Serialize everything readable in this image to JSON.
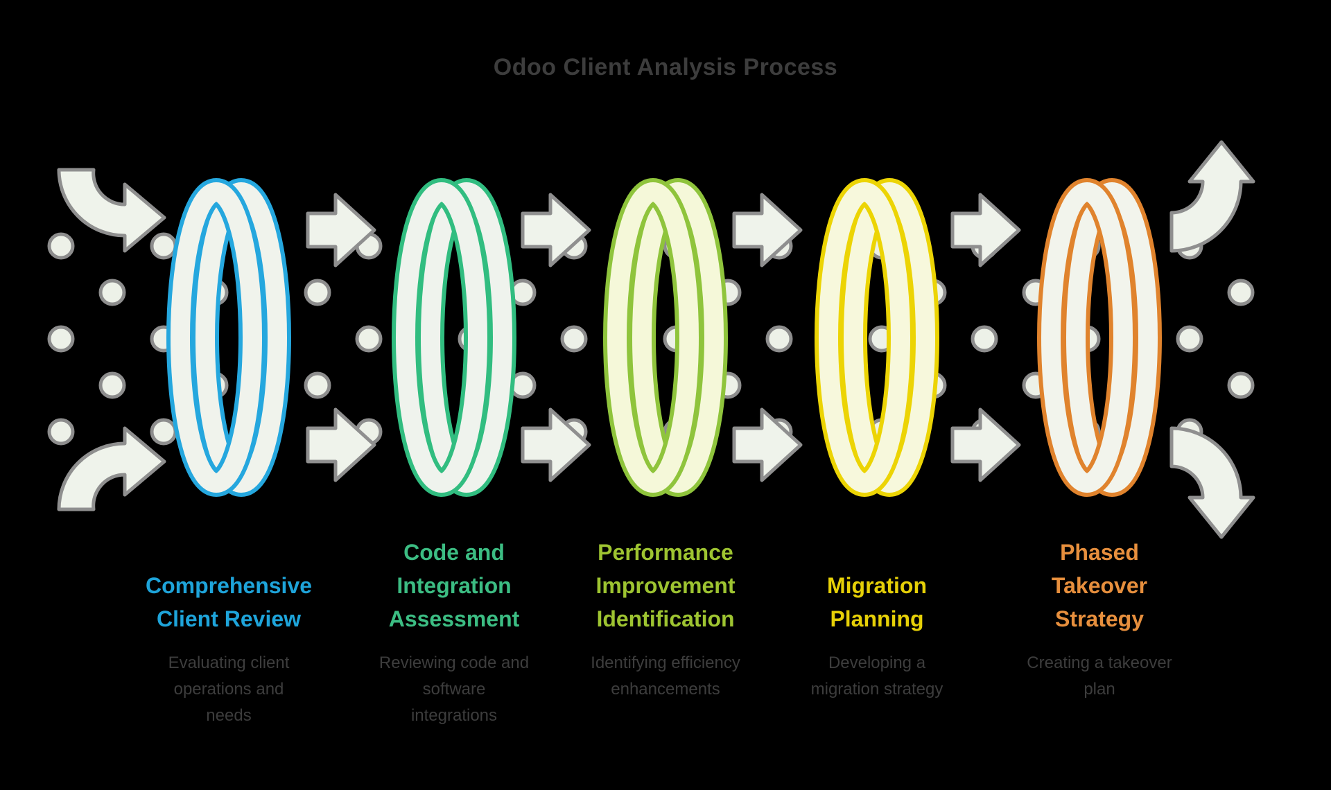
{
  "title": "Odoo Client Analysis Process",
  "colors": {
    "background": "#000000",
    "title_text": "#3d3d3d",
    "description_text": "#3d3d3d",
    "dot_fill": "#edf1e8",
    "dot_stroke": "#8d8d8d",
    "arrow_fill": "#eff3eb",
    "arrow_stroke": "#8f8f8f"
  },
  "stages": [
    {
      "title": "Comprehensive\nClient Review",
      "description": "Evaluating client\noperations and\nneeds",
      "ring_color": "#25a7de",
      "ring_fill": "#f0f3ec",
      "label_color": "#1ea4da"
    },
    {
      "title": "Code and\nIntegration\nAssessment",
      "description": "Reviewing code and\nsoftware\nintegrations",
      "ring_color": "#31bd80",
      "ring_fill": "#eff3ed",
      "label_color": "#3cbd83"
    },
    {
      "title": "Performance\nImprovement\nIdentification",
      "description": "Identifying efficiency\nenhancements",
      "ring_color": "#8fc43c",
      "ring_fill": "#f5f8d9",
      "label_color": "#9ec431"
    },
    {
      "title": "Migration\nPlanning",
      "description": "Developing a\nmigration strategy",
      "ring_color": "#ecd404",
      "ring_fill": "#f7f8dc",
      "label_color": "#e6d007"
    },
    {
      "title": "Phased\nTakeover\nStrategy",
      "description": "Creating a takeover\nplan",
      "ring_color": "#e0832d",
      "ring_fill": "#f2f4ec",
      "label_color": "#e78f3d"
    }
  ],
  "flow": {
    "straight_arrow_rows": 2,
    "straight_arrows_per_row": 4,
    "corner_arrows": [
      "enter-top-left",
      "enter-bottom-left",
      "exit-top-right",
      "exit-bottom-right"
    ],
    "dot_grid": {
      "rows": 5,
      "cols": 24,
      "pattern": "checkerboard"
    }
  }
}
